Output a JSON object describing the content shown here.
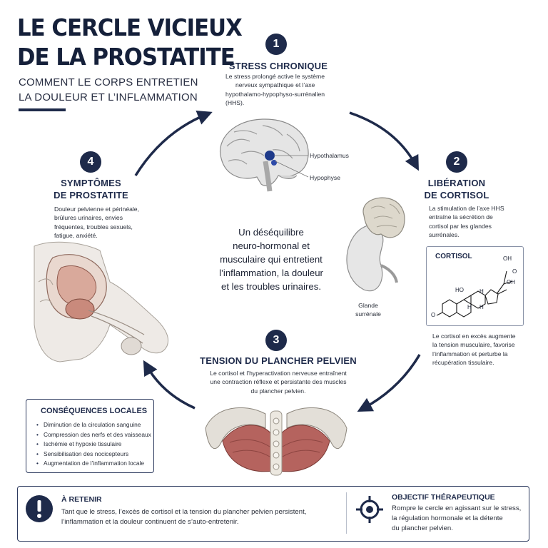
{
  "header": {
    "title_line1": "LE CERCLE VICIEUX",
    "title_line2": "DE LA PROSTATITE",
    "subtitle_line1": "COMMENT LE CORPS ENTRETIEN",
    "subtitle_line2": "LA DOULEUR ET L’INFLAMMATION"
  },
  "steps": [
    {
      "number": "1",
      "title": "STRESS CHRONIQUE",
      "text_lines": [
        "Le stress prolongé active le système",
        "nerveux sympathique et l’axe",
        "hypothalamo-hypophyso-surrénalien",
        "(HHS)."
      ],
      "label_a": "Hypothalamus",
      "label_b": "Hypophyse"
    },
    {
      "number": "2",
      "title_line1": "LIBÉRATION",
      "title_line2": "DE CORTISOL",
      "text_lines": [
        "La stimulation de l’axe HHS",
        "entraîne la sécrétion de",
        "cortisol par les glandes",
        "surrénales."
      ],
      "gland_line1": "Glande",
      "gland_line2": "surrénale",
      "molecule_title": "CORTISOL",
      "molecule_labels": {
        "oh1": "OH",
        "o1": "O",
        "oh2": "OH",
        "ho": "HO",
        "h1": "H",
        "h2": "H",
        "h3": "H",
        "o2": "O"
      },
      "after_lines": [
        "Le cortisol en excès augmente",
        "la tension musculaire, favorise",
        "l’inflammation et perturbe la",
        "récupération tissulaire."
      ]
    },
    {
      "number": "3",
      "title": "TENSION DU PLANCHER PELVIEN",
      "text_lines": [
        "Le cortisol et l’hyperactivation nerveuse entraînent",
        "une contraction réflexe et persistante des muscles",
        "du plancher pelvien."
      ]
    },
    {
      "number": "4",
      "title_line1": "SYMPTÔMES",
      "title_line2": "DE PROSTATITE",
      "text_lines": [
        "Douleur pelvienne et périnéale,",
        "brûlures urinaires, envies",
        "fréquentes, troubles sexuels,",
        "fatigue, anxiété."
      ]
    }
  ],
  "center": {
    "lines": [
      "Un déséquilibre",
      "neuro-hormonal et",
      "musculaire qui entretient",
      "l’inflammation, la douleur",
      "et les troubles urinaires."
    ]
  },
  "consequences": {
    "title": "CONSÉQUENCES LOCALES",
    "items": [
      "Diminution de la circulation sanguine",
      "Compression des nerfs et des vaisseaux",
      "Ischémie et hypoxie tissulaire",
      "Sensibilisation des nocicepteurs",
      "Augmentation de l’inflammation locale"
    ]
  },
  "bottom": {
    "left_title": "À RETENIR",
    "left_lines": [
      "Tant que le stress, l’excès de cortisol et la tension du plancher pelvien persistent,",
      "l’inflammation et la douleur continuent de s’auto-entretenir."
    ],
    "right_title": "OBJECTIF THÉRAPEUTIQUE",
    "right_lines": [
      "Rompre le cercle en agissant sur le stress,",
      "la régulation hormonale et la détente",
      "du plancher pelvien."
    ]
  },
  "icons": {
    "exclamation": "exclamation-circle-icon",
    "target": "target-crosshair-icon"
  },
  "colors": {
    "navy": "#1e2a4a",
    "muscle": "#b5635e",
    "bone": "#d9d6d0",
    "prostate": "#c98a7c"
  }
}
